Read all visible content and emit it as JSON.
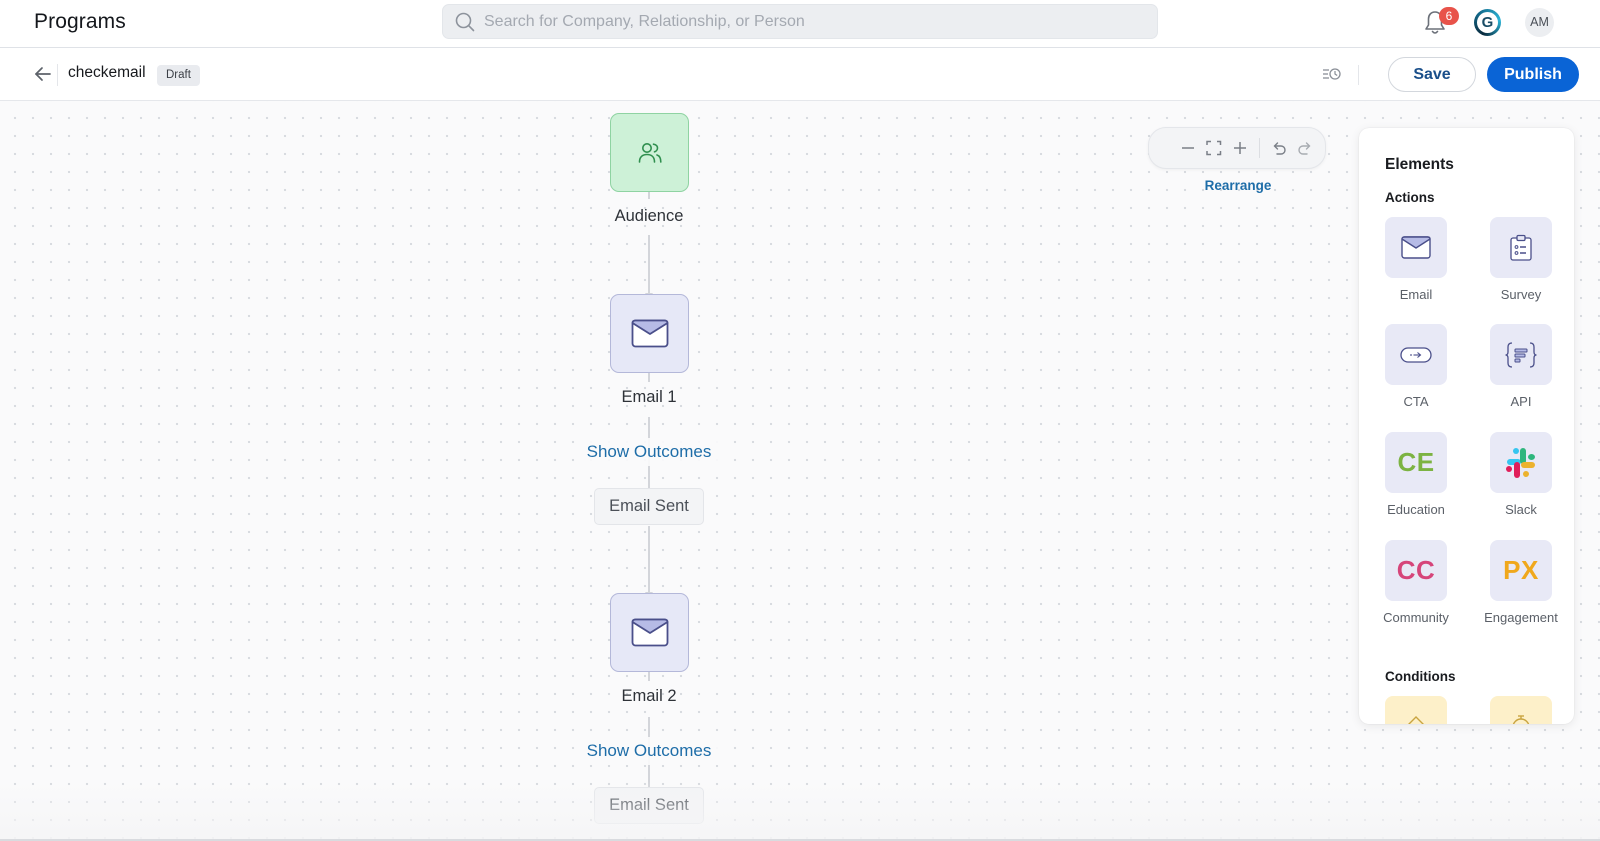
{
  "app": {
    "title": "Programs"
  },
  "search": {
    "placeholder": "Search for Company, Relationship, or Person",
    "value": ""
  },
  "header_icons": {
    "notifications_icon": "bell-icon",
    "notifications_count": "6",
    "brand_logo_letter": "G",
    "avatar_initials": "AM"
  },
  "subheader": {
    "back_icon": "arrow-left-icon",
    "program_name": "checkemail",
    "status_badge": "Draft",
    "history_icon": "version-history-icon",
    "save_label": "Save",
    "publish_label": "Publish"
  },
  "colors": {
    "primary": "#0a64d6",
    "link": "#1e6da8",
    "audience_node_bg": "#cdf1d7",
    "email_node_bg": "#e6e8f7",
    "badge_red": "#e8534a"
  },
  "canvas": {
    "toolbar": {
      "zoom_out_icon": "minus-icon",
      "fit_icon": "fit-to-screen-icon",
      "zoom_in_icon": "plus-icon",
      "undo_icon": "undo-icon",
      "redo_icon": "redo-icon"
    },
    "rearrange_label": "Rearrange",
    "flow": {
      "audience": {
        "label": "Audience",
        "icon": "users-icon"
      },
      "steps": [
        {
          "label": "Email 1",
          "icon": "envelope-icon",
          "outcomes_link": "Show Outcomes",
          "outcome": "Email Sent"
        },
        {
          "label": "Email 2",
          "icon": "envelope-icon",
          "outcomes_link": "Show Outcomes",
          "outcome": "Email Sent"
        }
      ]
    }
  },
  "elements_panel": {
    "title": "Elements",
    "actions_title": "Actions",
    "actions": [
      {
        "label": "Email",
        "icon": "envelope-icon"
      },
      {
        "label": "Survey",
        "icon": "clipboard-list-icon"
      },
      {
        "label": "CTA",
        "icon": "cta-button-icon"
      },
      {
        "label": "API",
        "icon": "api-braces-icon"
      },
      {
        "label": "Education",
        "icon": "education-logo-icon",
        "glyph": "CE",
        "color": "#7cb342"
      },
      {
        "label": "Slack",
        "icon": "slack-logo-icon"
      },
      {
        "label": "Community",
        "icon": "community-logo-icon",
        "glyph": "CC",
        "color": "#d6457a"
      },
      {
        "label": "Engagement",
        "icon": "engagement-logo-icon",
        "glyph": "PX",
        "color": "#f0a81c"
      }
    ],
    "conditions_title": "Conditions",
    "conditions": [
      {
        "icon": "condition-branch-icon"
      },
      {
        "icon": "wait-timer-icon"
      }
    ]
  }
}
